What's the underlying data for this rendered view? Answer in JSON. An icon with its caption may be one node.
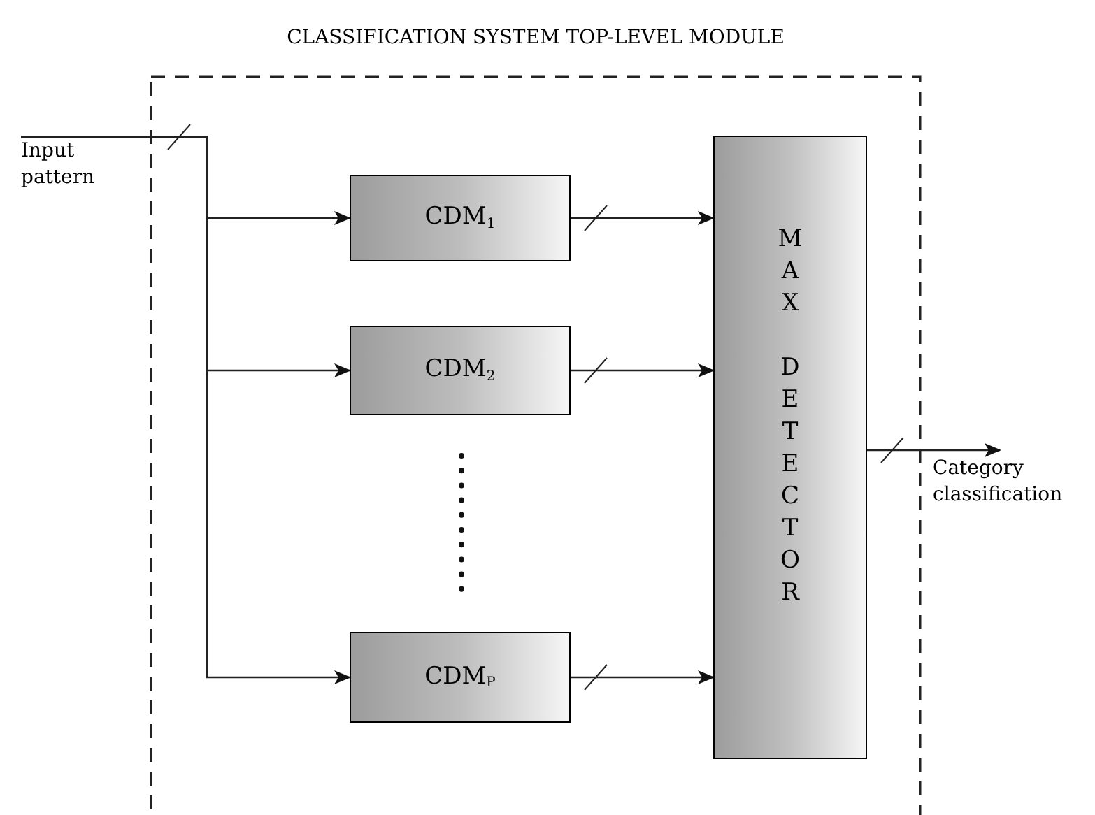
{
  "diagram": {
    "nodes": [
      {
        "text": [
          "CLASSIFICATION SYSTEM TOP-LEVEL MODULE"
        ]
      },
      {
        "text": [
          "Input pattern"
        ]
      },
      {
        "text": [
          "CDM$_{1}$"
        ],
        "in": 0
      },
      {
        "text": [
          "CDM$_{2}$"
        ],
        "in": 0
      },
      {
        "text": [
          "CDM$_{P}$"
        ],
        "in": 0
      },
      {
        "text": [
          "MAX DETECTOR"
        ],
        "in": 0
      },
      {
        "text": [
          "Category classification"
        ]
      }
    ],
    "edges": [
      {
        "from": 1,
        "to": 2,
        "arrow": "to"
      },
      {
        "from": 1,
        "to": 3,
        "arrow": "to"
      },
      {
        "from": 1,
        "to": 4,
        "arrow": "to"
      },
      {
        "from": 2,
        "to": 5,
        "arrow": "to"
      },
      {
        "from": 3,
        "to": 5,
        "arrow": "to"
      },
      {
        "from": 4,
        "to": 5,
        "arrow": "to"
      },
      {
        "from": 5,
        "to": 6,
        "arrow": "to"
      }
    ]
  }
}
